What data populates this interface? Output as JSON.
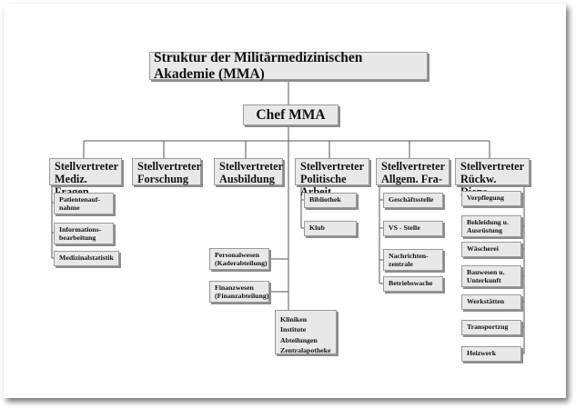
{
  "title": "Struktur der Militärmedizinischen Akademie (MMA)",
  "chef": "Chef MMA",
  "departments": [
    {
      "label": "Stellvertreter\nMediz. Fragen",
      "items": [
        "Patientenauf-\nnahme",
        "Informations-\nbearbeitung",
        "Medizinalstatistik"
      ]
    },
    {
      "label": "Stellvertreter\nForschung",
      "items": []
    },
    {
      "label": "Stellvertreter\nAusbildung",
      "items": []
    },
    {
      "label": "Stellvertreter\nPolitische Arbeit",
      "items": [
        "Bibliothek",
        "Klub"
      ]
    },
    {
      "label": "Stellvertreter\nAllgem. Fra-",
      "items": [
        "Geschäftsstelle",
        "VS - Stelle",
        "Nachrichten-\nzentrale",
        "Betriebswache"
      ]
    },
    {
      "label": "Stellvertreter\nRückw. Diens-",
      "items": [
        "Verpflegung",
        "Bekleidung u.\nAusrüstung",
        "Wäscherei",
        "Bauwesen u.\nUnterkunft",
        "Werkstätten",
        "Transportzug",
        "Heizwerk"
      ]
    }
  ],
  "staff_units": [
    "Personalwesen\n(Kaderabteilung)",
    "Finanzwesen\n(Finanzabteilung)"
  ],
  "clinics": [
    "Kliniken",
    "Institute",
    "Abteilungen",
    "Zentralapotheke"
  ]
}
